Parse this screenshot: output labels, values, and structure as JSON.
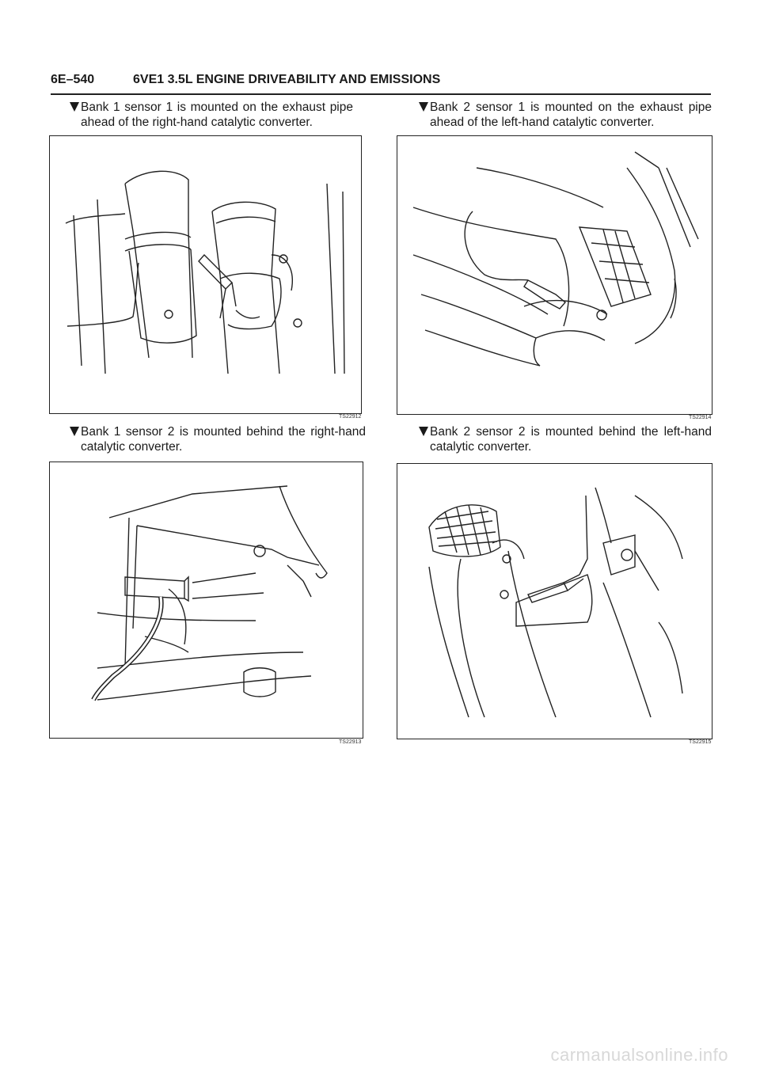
{
  "header": {
    "page_number": "6E–540",
    "section_title": "6VE1 3.5L ENGINE DRIVEABILITY AND EMISSIONS"
  },
  "blocks": [
    {
      "line1": "Bank 1 sensor 1 is mounted on the exhaust pipe",
      "line2": "ahead of the right-hand catalytic converter.",
      "figure_id": "TS22912"
    },
    {
      "line1": "Bank 2 sensor 1 is mounted on the exhaust pipe",
      "line2": "ahead of the left-hand catalytic converter.",
      "figure_id": "TS22914"
    },
    {
      "line1": "Bank 1 sensor 2 is mounted behind the right-hand",
      "line2": "catalytic converter.",
      "figure_id": "TS22913"
    },
    {
      "line1": "Bank 2 sensor 2 is mounted behind the left-hand",
      "line2": "catalytic converter.",
      "figure_id": "TS22915"
    }
  ],
  "watermark": "carmanualsonline.info"
}
